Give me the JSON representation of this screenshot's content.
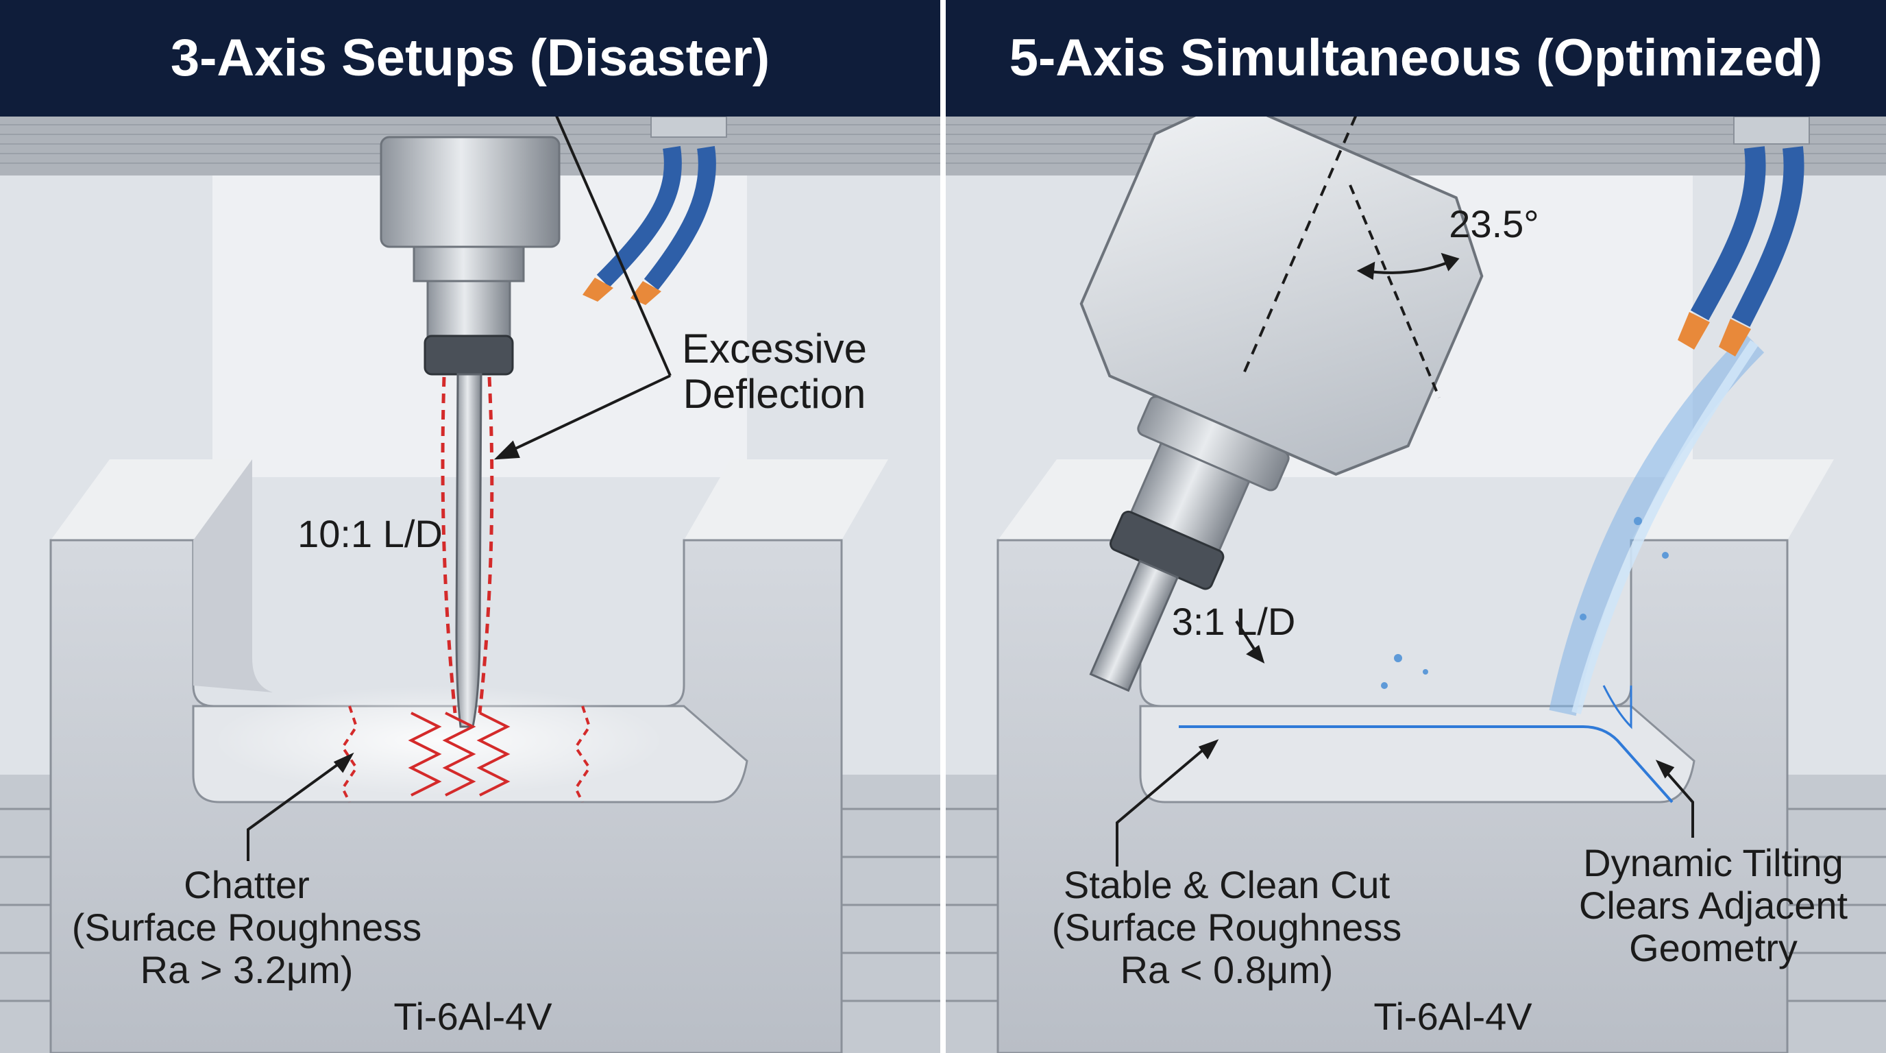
{
  "left_panel": {
    "title": "3-Axis Setups (Disaster)",
    "ld_ratio": "10:1 L/D",
    "deflection_label": [
      "Excessive",
      "Deflection"
    ],
    "chatter_label": [
      "Chatter",
      "(Surface Roughness",
      "Ra > 3.2μm)"
    ],
    "material": "Ti-6Al-4V"
  },
  "right_panel": {
    "title": "5-Axis Simultaneous (Optimized)",
    "tilt_angle": "23.5°",
    "ld_ratio": "3:1 L/D",
    "cut_label": [
      "Stable & Clean Cut",
      "(Surface Roughness",
      "Ra < 0.8μm)"
    ],
    "tilt_label": [
      "Dynamic Tilting",
      "Clears Adjacent",
      "Geometry"
    ],
    "material": "Ti-6Al-4V"
  },
  "colors": {
    "title_bar": "#0f1d3a",
    "deflection_red": "#d42a2a",
    "clean_cut_blue": "#2f7ad8",
    "coolant_hose_blue": "#2e5fa8",
    "nozzle_orange": "#e8893a"
  }
}
